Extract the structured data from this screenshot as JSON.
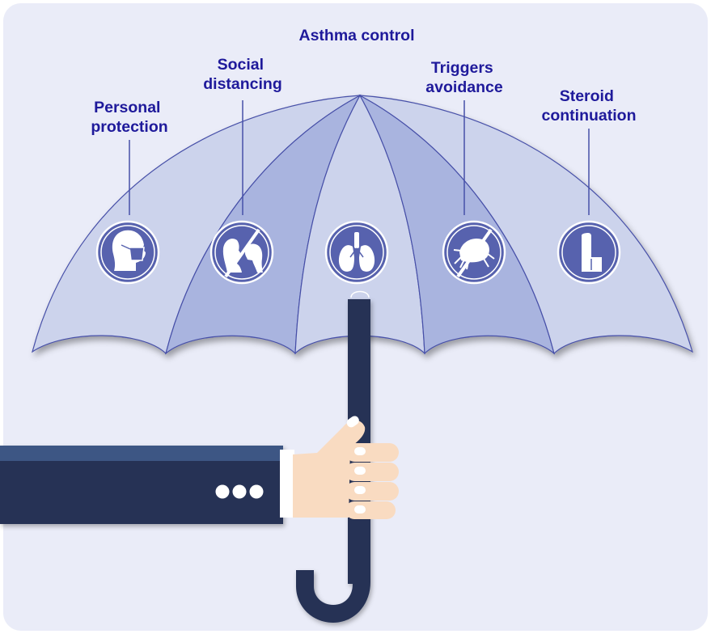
{
  "labels": {
    "asthma_control": "Asthma control",
    "personal_protection": [
      "Personal",
      "protection"
    ],
    "social_distancing": [
      "Social",
      "distancing"
    ],
    "triggers_avoidance": [
      "Triggers",
      "avoidance"
    ],
    "steroid_continuation": [
      "Steroid",
      "continuation"
    ]
  },
  "icons": [
    "face-mask-icon",
    "no-social-contact-icon",
    "lungs-icon",
    "no-dust-mite-icon",
    "inhaler-icon"
  ],
  "colors": {
    "background": "#eaecf8",
    "canopy_light": "#ccd3ec",
    "canopy_dark": "#a9b4df",
    "canopy_outline": "#4650a8",
    "icon_fill": "#5762ae",
    "handle": "#253355",
    "sleeve": "#253355",
    "sleeve_stripe": "#3d5684",
    "skin": "#f9dbc1",
    "label": "#1f1a9b"
  }
}
